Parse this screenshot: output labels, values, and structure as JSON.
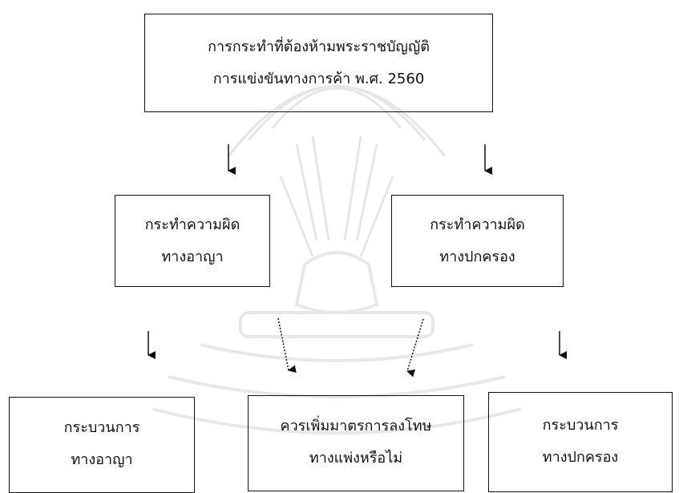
{
  "diagram": {
    "top": {
      "line1": "การกระทำที่ต้องห้ามพระราชบัญญัติ",
      "line2": "การแข่งขันทางการค้า พ.ศ. 2560"
    },
    "criminal_offense": {
      "line1": "กระทำความผิด",
      "line2": "ทางอาญา"
    },
    "administrative_offense": {
      "line1": "กระทำความผิด",
      "line2": "ทางปกครอง"
    },
    "criminal_process": {
      "line1": "กระบวนการ",
      "line2": "ทางอาญา"
    },
    "civil_penalty_question": {
      "line1": "ควรเพิ่มมาตรการลงโทษ",
      "line2": "ทางแพ่งหรือไม่"
    },
    "administrative_process": {
      "line1": "กระบวนการ",
      "line2": "ทางปกครอง"
    }
  },
  "colors": {
    "stroke": "#111111",
    "watermark": "#e3e3e3"
  }
}
